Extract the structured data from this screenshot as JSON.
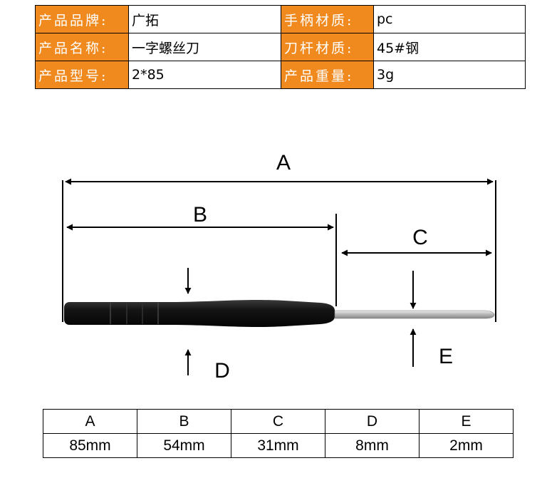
{
  "spec": {
    "rows": [
      {
        "k1": "产品品牌:",
        "v1": "广拓",
        "k2": "手柄材质:",
        "v2": "pc"
      },
      {
        "k1": "产品名称:",
        "v1": "一字螺丝刀",
        "k2": "刀杆材质:",
        "v2": "45#钢"
      },
      {
        "k1": "产品型号:",
        "v1": "2*85",
        "k2": "产品重量:",
        "v2": "3g"
      }
    ]
  },
  "diagram": {
    "labels": {
      "A": "A",
      "B": "B",
      "C": "C",
      "D": "D",
      "E": "E"
    }
  },
  "dims": {
    "headers": [
      "A",
      "B",
      "C",
      "D",
      "E"
    ],
    "values": [
      "85mm",
      "54mm",
      "31mm",
      "8mm",
      "2mm"
    ]
  },
  "colors": {
    "key_bg": "#f08a1f",
    "handle": "#151515",
    "shaft": "#c8c8c8"
  }
}
